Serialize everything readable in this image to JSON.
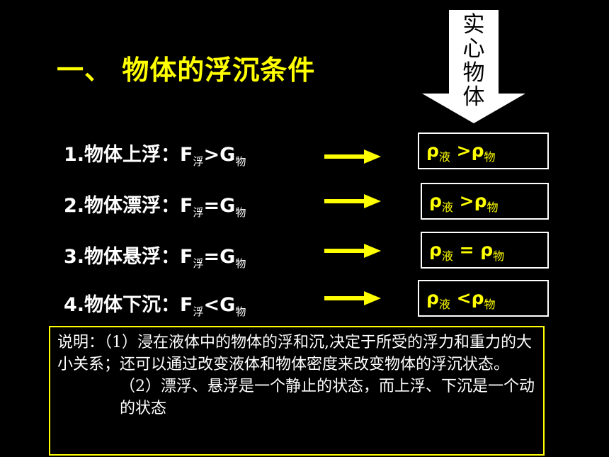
{
  "title": "一、 物体的浮沉条件",
  "down_arrow": {
    "chars": [
      "实",
      "心",
      "物",
      "体"
    ]
  },
  "rows": [
    {
      "label": "1.物体上浮：F",
      "sub1": "浮",
      "op": ">G",
      "sub2": "物",
      "result": {
        "rho1": "ρ",
        "sub1": "液",
        "op": " >ρ",
        "sub2": "物"
      }
    },
    {
      "label": "2.物体漂浮：F",
      "sub1": "浮",
      "op": "=G",
      "sub2": "物",
      "result": {
        "rho1": "ρ",
        "sub1": "液",
        "op": " >ρ",
        "sub2": "物"
      }
    },
    {
      "label": "3.物体悬浮：F",
      "sub1": "浮",
      "op": "=G",
      "sub2": "物",
      "result": {
        "rho1": "ρ",
        "sub1": "液",
        "op": " = ρ",
        "sub2": "物"
      }
    },
    {
      "label": "4.物体下沉：F",
      "sub1": "浮",
      "op": "<G",
      "sub2": "物",
      "result": {
        "rho1": "ρ",
        "sub1": "液",
        "op": " <ρ",
        "sub2": "物"
      }
    }
  ],
  "note": {
    "p1": "说明：（1）浸在液体中的物体的浮和沉,决定于所受的浮力和重力的大小关系；还可以通过改变液体和物体密度来改变物体的浮沉状态。",
    "p2": "（2）漂浮、悬浮是一个静止的状态，而上浮、下沉是一个动的状态"
  },
  "colors": {
    "accent": "#FFFF00",
    "text": "#FFFFFF",
    "background": "#000000"
  }
}
